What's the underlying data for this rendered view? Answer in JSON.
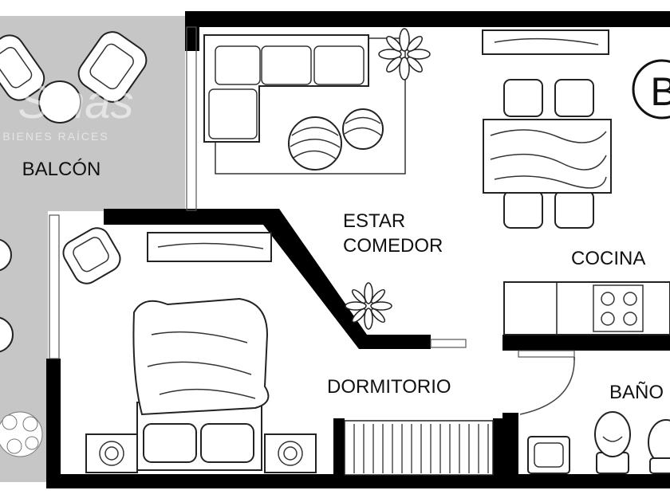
{
  "plan": {
    "unit_badge": "B",
    "watermark_brand": "Sinas",
    "watermark_sub": "BIENES RAÍCES",
    "rooms": {
      "balcony": "BALCÓN",
      "living_line1": "ESTAR",
      "living_line2": "COMEDOR",
      "kitchen": "COCINA",
      "bedroom": "DORMITORIO",
      "bathroom": "BAÑO"
    }
  },
  "colors": {
    "wall": "#000000",
    "balcony_fill": "#c6c6c6",
    "furniture_stroke": "#222222",
    "background": "#ffffff"
  }
}
